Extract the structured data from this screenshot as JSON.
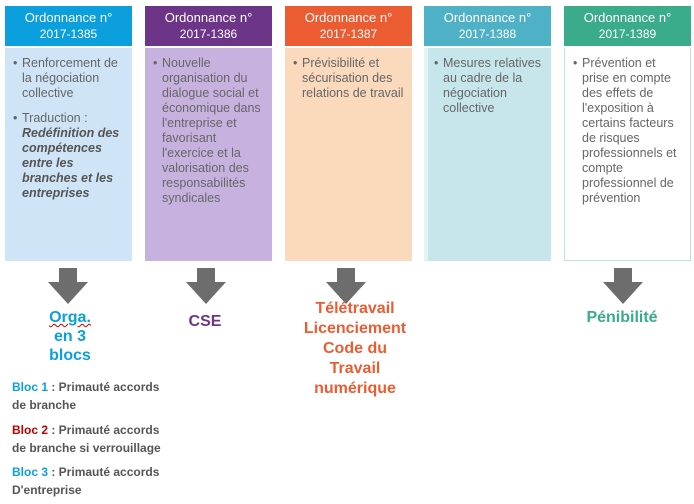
{
  "columns": [
    {
      "header_line1": "Ordonnance n°",
      "header_line2": "2017-1385",
      "header_color": "#0b9fde",
      "body_color": "#cfe4f6",
      "items": [
        {
          "text": "Renforcement de la négociation collective",
          "bold": ""
        },
        {
          "text": "Traduction :",
          "bold": "Redéfinition des compétences entre les branches et les entreprises"
        }
      ],
      "result": [
        "Orga.",
        "en 3",
        "blocs"
      ],
      "result_color": "#0b9fde"
    },
    {
      "header_line1": "Ordonnance n°",
      "header_line2": "2017-1386",
      "header_color": "#6c3588",
      "body_color": "#c7b2df",
      "items": [
        {
          "text": "Nouvelle organisation du dialogue social et économique dans l'entreprise et favorisant l'exercice et la valorisation des responsabilités syndicales",
          "bold": ""
        }
      ],
      "result": [
        "CSE"
      ],
      "result_color": "#6c3588"
    },
    {
      "header_line1": "Ordonnance n°",
      "header_line2": "2017-1387",
      "header_color": "#ec5c33",
      "body_color": "#fbd9bd",
      "items": [
        {
          "text": "Prévisibilité et sécurisation des relations de travail",
          "bold": ""
        }
      ],
      "result": [
        "Télétravail",
        "Licenciement",
        "Code du",
        "Travail",
        "numérique"
      ],
      "result_color": "#ec5c33"
    },
    {
      "header_line1": "Ordonnance n°",
      "header_line2": "2017-1388",
      "header_color": "#4fb1c6",
      "body_color": "#c6e6ec",
      "items": [
        {
          "text": "Mesures relatives au cadre de la négociation collective",
          "bold": ""
        }
      ],
      "result": [],
      "result_color": "#4fb1c6"
    },
    {
      "header_line1": "Ordonnance n°",
      "header_line2": "2017-1389",
      "header_color": "#3aab8b",
      "body_color": "#ffffff",
      "items": [
        {
          "text": "Prévention et prise en compte des effets de l'exposition à certains facteurs de risques professionnels et compte professionnel de prévention",
          "bold": ""
        }
      ],
      "result": [
        "Pénibilité"
      ],
      "result_color": "#3aab8b"
    }
  ],
  "blocs": [
    {
      "tag": "Bloc 1",
      "tag_color": "#0b9fde",
      "line1": " : Primauté accords",
      "line2": "de branche"
    },
    {
      "tag": "Bloc 2",
      "tag_color": "#c00000",
      "line1": " : Primauté accords",
      "line2": "de branche si verrouillage"
    },
    {
      "tag": "Bloc 3",
      "tag_color": "#0b9fde",
      "line1": " : Primauté accords",
      "line2": "D'entreprise"
    }
  ],
  "bullet_glyph": "•",
  "arrow_color": "#6d6d6d"
}
